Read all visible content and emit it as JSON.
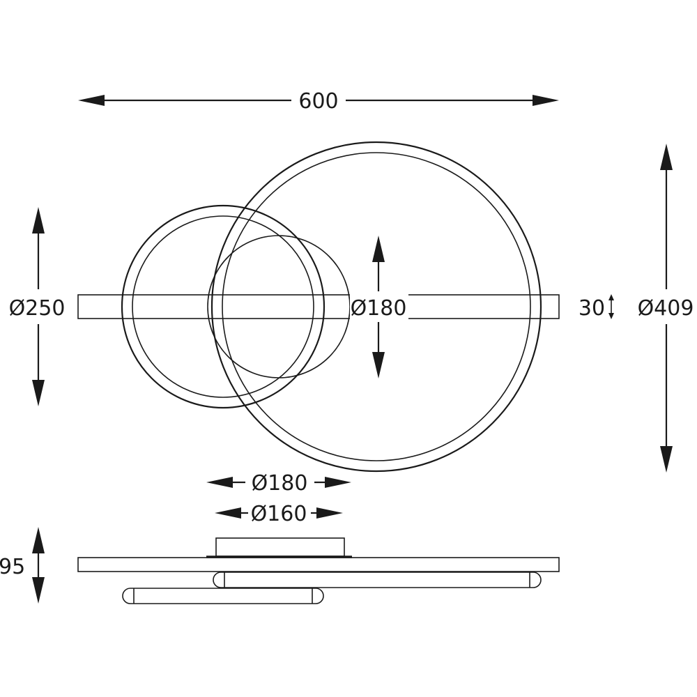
{
  "dimensions": {
    "overall_width": "600",
    "large_ring_diameter": "Ø409",
    "small_ring_diameter": "Ø250",
    "base_diameter": "Ø180",
    "bar_thickness": "30",
    "side_base_diameter": "Ø180",
    "side_inner_diameter": "Ø160",
    "overall_height": "95"
  },
  "colors": {
    "stroke": "#1a1a1a",
    "background": "#ffffff"
  }
}
